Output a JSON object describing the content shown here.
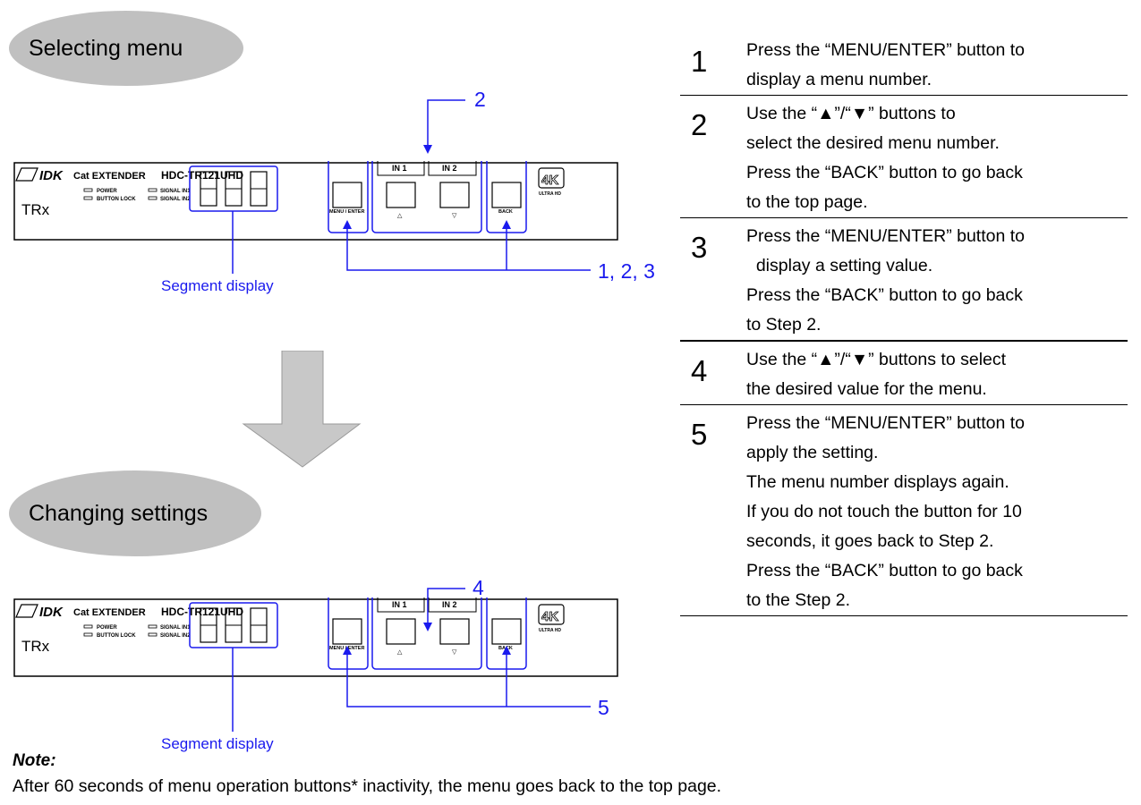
{
  "sections": {
    "selecting_label": "Selecting menu",
    "changing_label": "Changing settings"
  },
  "panel": {
    "brand": "Cat EXTENDER",
    "model": "HDC-TR121UHD",
    "series": "TRx",
    "led_power": "POWER",
    "led_button_lock": "BUTTON LOCK",
    "led_signal_in1": "SIGNAL IN1",
    "led_signal_in2": "SIGNAL IN2",
    "btn_in1": "IN 1",
    "btn_in2": "IN 2",
    "btn_menu_enter": "MENU / ENTER",
    "btn_back": "BACK",
    "badge_4k": "4K",
    "badge_ultra_hd": "ULTRA HD",
    "up_arrow": "△",
    "down_arrow": "▽"
  },
  "callouts": {
    "top_updown": "2",
    "top_menu_back": "1, 2, 3",
    "top_segment": "Segment display",
    "bottom_updown": "4",
    "bottom_menu_back": "5",
    "bottom_segment": "Segment display"
  },
  "steps": [
    {
      "num": "1",
      "lines": [
        "Press the “MENU/ENTER” button to",
        "display a menu number."
      ]
    },
    {
      "num": "2",
      "lines": [
        "Use the “▲”/“▼” buttons to",
        "select the desired menu number.",
        "Press the “BACK” button to go back",
        "to the top page."
      ]
    },
    {
      "num": "3",
      "lines": [
        "Press the “MENU/ENTER” button to",
        "  display a setting value.",
        "Press the “BACK” button to go back",
        "to Step 2."
      ]
    },
    {
      "num": "4",
      "lines": [
        "Use the “▲”/“▼” buttons to select",
        "the desired value for the menu."
      ]
    },
    {
      "num": "5",
      "lines": [
        "Press the “MENU/ENTER” button to",
        "apply the setting.",
        "The menu number displays again.",
        "If you do not touch the button for 10",
        "seconds, it goes back to Step 2.",
        "Press the “BACK” button to go back",
        "to the Step 2."
      ]
    }
  ],
  "note": {
    "title": "Note:",
    "text": "After 60 seconds of menu operation buttons* inactivity, the menu goes back to the top page."
  },
  "colors": {
    "callout": "#1a1aee",
    "pill": "#c0c0c0",
    "arrow": "#c8c8c8"
  }
}
